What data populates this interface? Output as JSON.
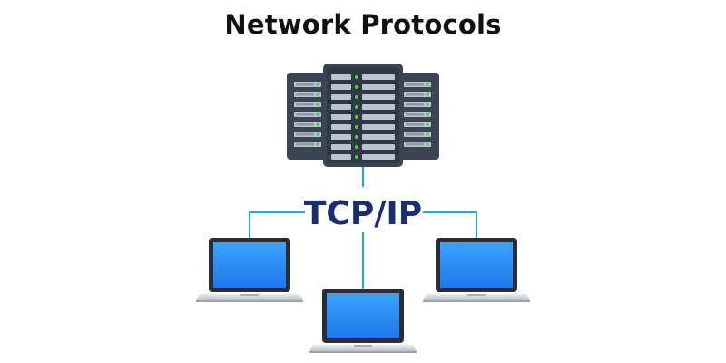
{
  "title": "Network Protocols",
  "protocol": {
    "label": "TCP/IP"
  },
  "colors": {
    "protocol_text": "#1a2d6e",
    "connector_line": "#26a8d8",
    "server_body": "#3a4553",
    "server_panel": "#2f3946",
    "server_led": "#4fd14b",
    "server_slot": "#b7c2cf",
    "laptop_frame": "#2a2d33",
    "laptop_screen": "#2f8ff5",
    "laptop_base": "#d3d7dc"
  },
  "nodes": {
    "server": {
      "icon": "server-rack-icon"
    },
    "clients": [
      {
        "icon": "laptop-icon",
        "position": "left"
      },
      {
        "icon": "laptop-icon",
        "position": "center"
      },
      {
        "icon": "laptop-icon",
        "position": "right"
      }
    ]
  }
}
